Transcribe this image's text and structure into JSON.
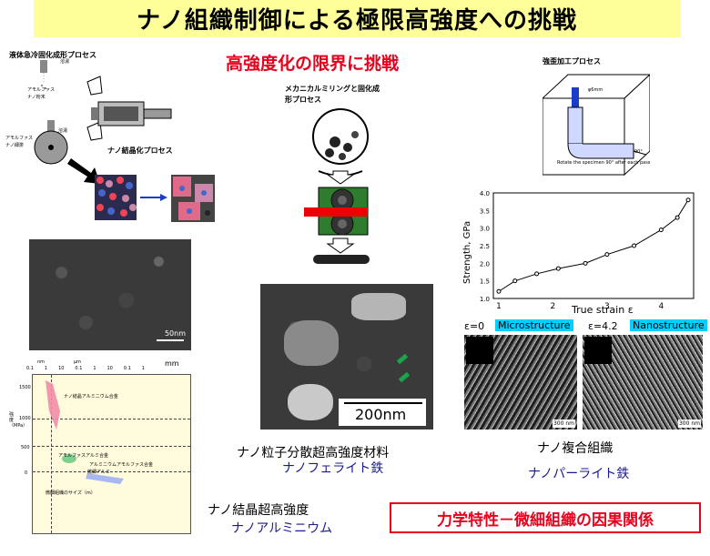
{
  "title": "ナノ組織制御による極限高強度への挑戦",
  "subtitle": "高強度化の限界に挑戦",
  "process_labels": {
    "liquid_quench": "液体急冷固化成形プロセス",
    "melt_1": "溶湯",
    "amorphous_powder": "アモルファス ナノ粉末",
    "melt_2": "溶湯",
    "amorphous_nano_strip": "アモルファス ナノ細滞",
    "nanocrystal": "ナノ結晶化プロセス",
    "mechanical_milling": "メカニカルミリングと固化成形プロセス",
    "severe_strain": "強歪加工プロセス",
    "ecap_diameter": "φ6mm",
    "ecap_angle": "90°",
    "ecap_rotate": "Rotate the specimen 90° after each pass"
  },
  "sem_scale": "50nm",
  "tem_scale": "200nm",
  "al_chart": {
    "xlabel": "微細組織のサイズ（m）",
    "ylabel": "強度（MPa）",
    "top_unit": "mm",
    "top_ticks": [
      "nm",
      "μm"
    ],
    "x_ticks": [
      "0.1",
      "1",
      "10",
      "0.1",
      "1",
      "10",
      "0.1",
      "1"
    ],
    "y_ticks": [
      "1500",
      "1000",
      "500",
      "0"
    ],
    "annotations": [
      "ナノ結晶アルミニウム合金",
      "アモルファスアルミ合金",
      "アルミニウムアモルファス合金",
      "微細アルミ"
    ],
    "colors": {
      "pink": "#f28ca8",
      "green": "#7fcf8f",
      "blue": "#a8b8f0"
    }
  },
  "strength_chart": {
    "type": "line",
    "ylabel": "Strength, GPa",
    "xlabel": "True strain ε",
    "x_ticks": [
      "1",
      "2",
      "3",
      "4"
    ],
    "y_ticks": [
      "1.0",
      "1.5",
      "2.0",
      "2.5",
      "3.0",
      "3.5",
      "4.0"
    ],
    "xlim": [
      0.9,
      4.6
    ],
    "ylim": [
      1.0,
      4.0
    ],
    "points": [
      [
        1.0,
        1.2
      ],
      [
        1.3,
        1.5
      ],
      [
        1.7,
        1.7
      ],
      [
        2.1,
        1.85
      ],
      [
        2.6,
        2.0
      ],
      [
        3.0,
        2.25
      ],
      [
        3.5,
        2.5
      ],
      [
        4.0,
        2.95
      ],
      [
        4.3,
        3.3
      ],
      [
        4.5,
        3.8
      ]
    ]
  },
  "pearlite": {
    "left_strain": "ε=0",
    "left_label": "Microstructure",
    "right_strain": "ε=4.2",
    "right_label": "Nanostructure",
    "scale_left": "300 nm",
    "scale_right": "300 nm"
  },
  "captions": {
    "particle_title": "ナノ粒子分散超高強度材料",
    "particle_sub": "ナノフェライト鉄",
    "composite_title": "ナノ複合組織",
    "composite_sub": "ナノパーライト鉄",
    "al_title": "ナノ結晶超高強度",
    "al_sub": "ナノアルミニウム",
    "conclusion": "力学特性－微細組織の因果関係"
  }
}
